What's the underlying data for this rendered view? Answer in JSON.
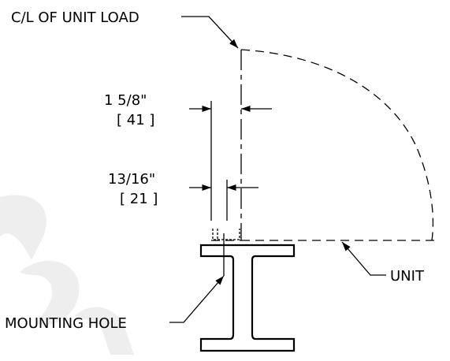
{
  "labels": {
    "centerline": "C/L OF UNIT LOAD",
    "dim_outer_in": "1 5/8\"",
    "dim_outer_mm": "[ 41 ]",
    "dim_inner_in": "13/16\"",
    "dim_inner_mm": "[ 21 ]",
    "unit": "UNIT",
    "mounting_hole": "MOUNTING HOLE"
  }
}
